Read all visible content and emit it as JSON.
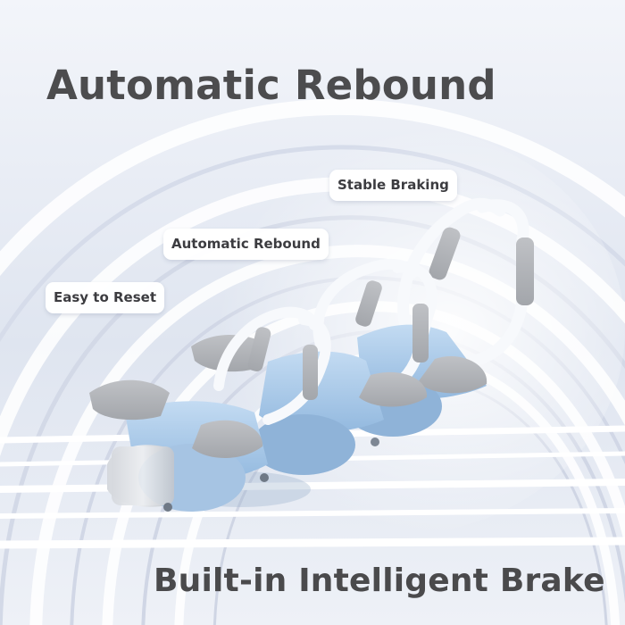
{
  "headline": "Automatic Rebound",
  "footer_headline": "Built-in Intelligent Brake",
  "callouts": [
    {
      "label": "Easy to Reset"
    },
    {
      "label": "Automatic Rebound"
    },
    {
      "label": "Stable Braking"
    }
  ],
  "colors": {
    "background": "#eef1f8",
    "tunnel_arch": "#ffffff",
    "title_text": "#4c4c4e",
    "roller_blue": "#a9c9ea",
    "pad_grey": "#b2b4b8",
    "frame_white": "#f7f9fc"
  }
}
